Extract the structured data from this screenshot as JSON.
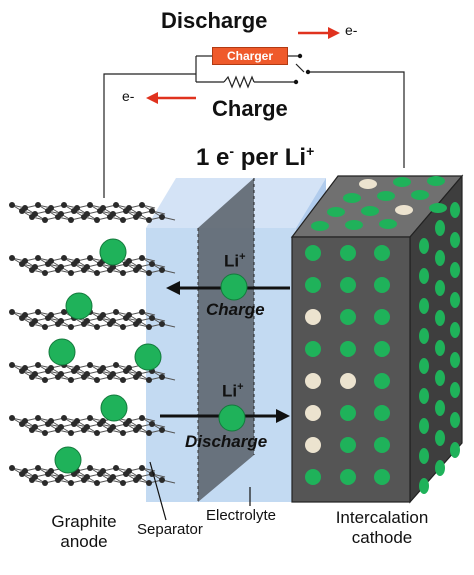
{
  "labels": {
    "discharge_title": "Discharge",
    "charge_title": "Charge",
    "electron_right": "e-",
    "electron_left": "e-",
    "charger": "Charger",
    "per_li_main": "1 e",
    "per_li_sup": "-",
    "per_li_tail": " per Li",
    "per_li_plus": "+",
    "li_top": "Li",
    "li_top_sup": "+",
    "charge_flow": "Charge",
    "li_bottom": "Li",
    "li_bottom_sup": "+",
    "discharge_flow": "Discharge",
    "graphite_line1": "Graphite",
    "graphite_line2": "anode",
    "separator": "Separator",
    "electrolyte": "Electrolyte",
    "cathode_line1": "Intercalation",
    "cathode_line2": "cathode"
  },
  "colors": {
    "lithium_green": "#1fb25a",
    "vacancy_beige": "#ece3cf",
    "cathode_face": "#555555",
    "cathode_top": "#707070",
    "cathode_side": "#3e3e3e",
    "electrolyte_blue": "#b9d3f0",
    "separator_gray": "#5e6670",
    "arrow_red": "#e0321e",
    "charger_orange": "#ef5a2b",
    "graphite_atom": "#2a2a2a"
  }
}
